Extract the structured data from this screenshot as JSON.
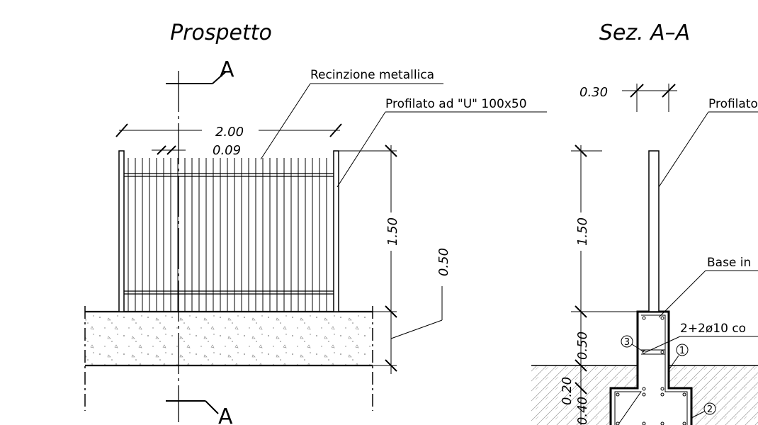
{
  "titles": {
    "elevation": "Prospetto",
    "section": "Sez. A–A"
  },
  "section_marker": {
    "top": "A",
    "bottom": "A"
  },
  "labels": {
    "fence": "Recinzione metallica",
    "profile": "Profilato ad \"U\" 100x50",
    "profile_section": "Profilato",
    "base": "Base in",
    "rebar": "2+2ø10 co"
  },
  "dimensions": {
    "width": "2.00",
    "bar_spacing": "0.09",
    "fence_height": "1.50",
    "base_height": "0.50",
    "post_width": "0.30",
    "section_fence_height": "1.50",
    "section_upper_base": "0.50",
    "section_step": "0.20",
    "section_footing": "0.40"
  },
  "markers": {
    "m1": "1",
    "m2": "2",
    "m3": "3"
  }
}
